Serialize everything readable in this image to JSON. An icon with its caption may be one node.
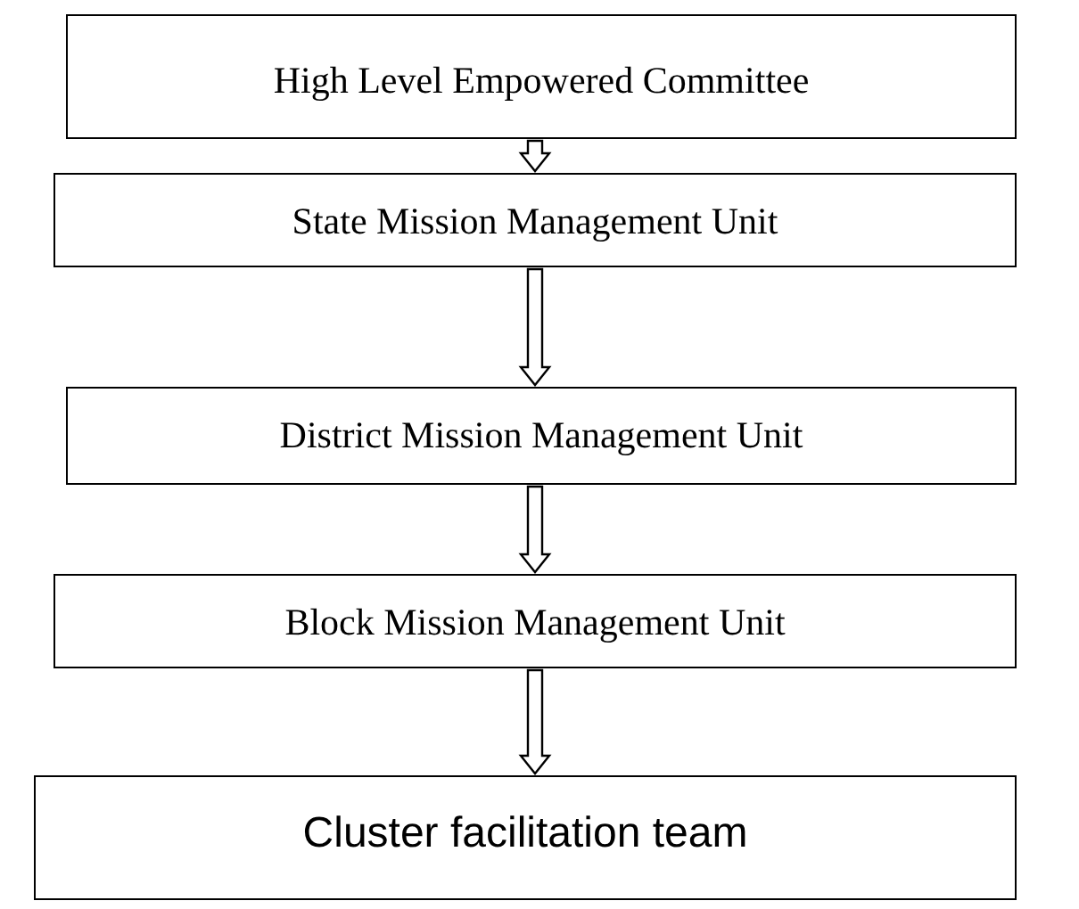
{
  "diagram": {
    "nodes": [
      {
        "text": [
          "High Level Empowered Committee"
        ]
      },
      {
        "text": [
          "State Mission Management Unit"
        ]
      },
      {
        "text": [
          "District Mission Management Unit"
        ]
      },
      {
        "text": [
          "Block Mission Management Unit"
        ]
      },
      {
        "text": [
          "Cluster facilitation team"
        ]
      }
    ],
    "edges": [
      {
        "from": 0,
        "to": 1,
        "arrow": "to"
      },
      {
        "from": 1,
        "to": 2,
        "arrow": "to"
      },
      {
        "from": 2,
        "to": 3,
        "arrow": "to"
      },
      {
        "from": 3,
        "to": 4,
        "arrow": "to"
      }
    ]
  }
}
